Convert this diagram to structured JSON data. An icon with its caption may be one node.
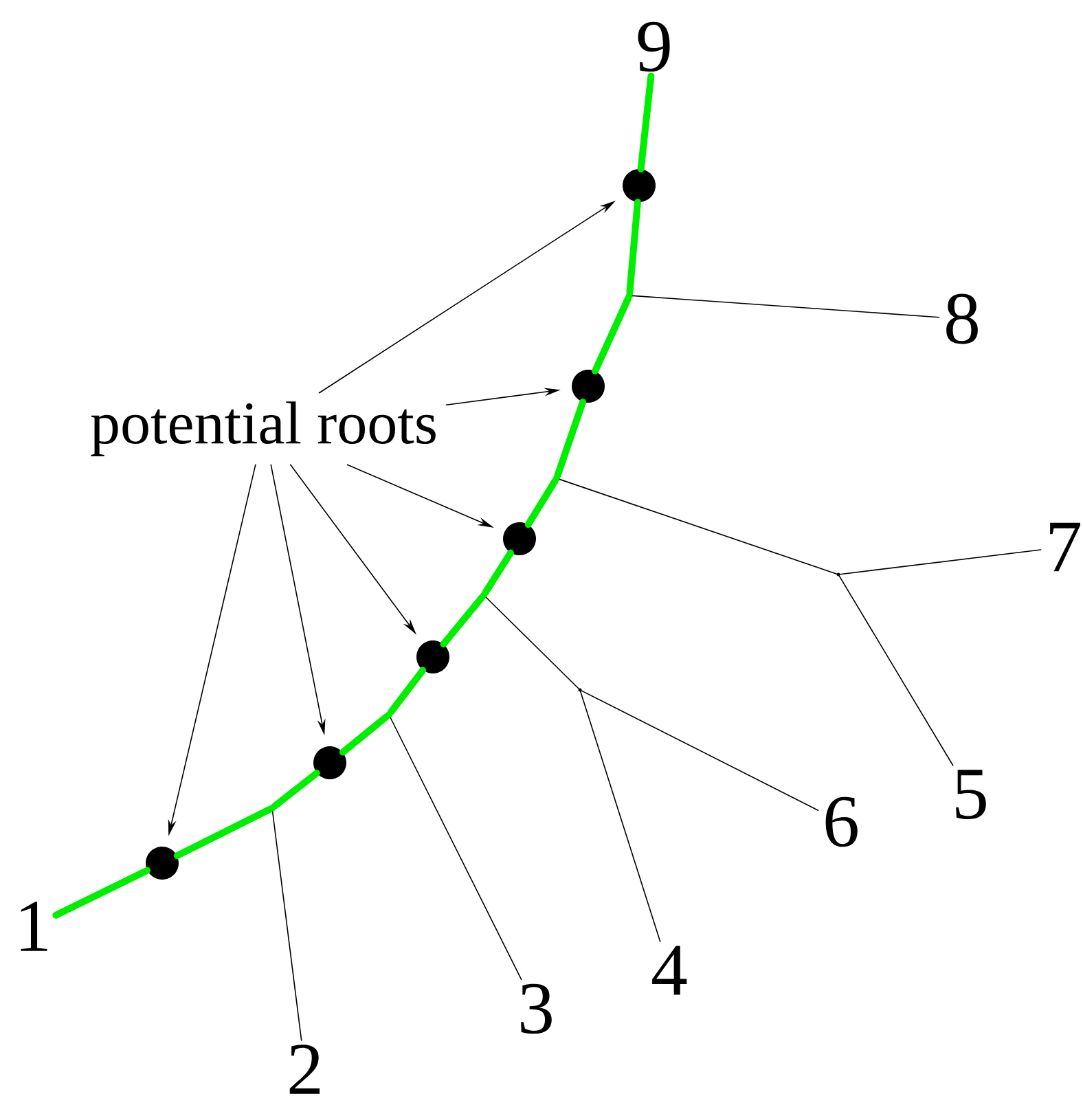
{
  "diagram": {
    "nodes": [
      {
        "text": [
          "potential roots"
        ]
      },
      {
        "text": [
          "1"
        ]
      },
      {
        "text": [
          "2"
        ]
      },
      {
        "text": [
          "3"
        ]
      },
      {
        "text": [
          "4"
        ]
      },
      {
        "text": [
          "5"
        ]
      },
      {
        "text": [
          "6"
        ]
      },
      {
        "text": [
          "7"
        ]
      },
      {
        "text": [
          "8"
        ]
      },
      {
        "text": [
          "9"
        ]
      },
      {
        "text": [],
        "shape": "circle"
      },
      {
        "text": [],
        "shape": "circle"
      },
      {
        "text": [],
        "shape": "circle"
      },
      {
        "text": [],
        "shape": "circle"
      },
      {
        "text": [],
        "shape": "circle"
      },
      {
        "text": [],
        "shape": "circle"
      },
      {
        "text": [],
        "shape": "point"
      },
      {
        "text": [],
        "shape": "point"
      },
      {
        "text": [],
        "shape": "point"
      },
      {
        "text": [],
        "shape": "point"
      },
      {
        "text": [],
        "shape": "point"
      },
      {
        "text": [],
        "shape": "point"
      },
      {
        "text": [],
        "shape": "point"
      }
    ],
    "edges": [
      {
        "from": 0,
        "to": 10,
        "arrow": "to"
      },
      {
        "from": 0,
        "to": 11,
        "arrow": "to"
      },
      {
        "from": 0,
        "to": 12,
        "arrow": "to"
      },
      {
        "from": 0,
        "to": 13,
        "arrow": "to"
      },
      {
        "from": 0,
        "to": 14,
        "arrow": "to"
      },
      {
        "from": 0,
        "to": 15,
        "arrow": "to"
      },
      {
        "from": 1,
        "to": 10,
        "arrow": "none",
        "style": "thick",
        "color": "#00ee00"
      },
      {
        "from": 10,
        "to": 16,
        "arrow": "none",
        "style": "thick",
        "color": "#00ee00"
      },
      {
        "from": 16,
        "to": 11,
        "arrow": "none",
        "style": "thick",
        "color": "#00ee00"
      },
      {
        "from": 11,
        "to": 17,
        "arrow": "none",
        "style": "thick",
        "color": "#00ee00"
      },
      {
        "from": 17,
        "to": 12,
        "arrow": "none",
        "style": "thick",
        "color": "#00ee00"
      },
      {
        "from": 12,
        "to": 18,
        "arrow": "none",
        "style": "thick",
        "color": "#00ee00"
      },
      {
        "from": 18,
        "to": 13,
        "arrow": "none",
        "style": "thick",
        "color": "#00ee00"
      },
      {
        "from": 13,
        "to": 20,
        "arrow": "none",
        "style": "thick",
        "color": "#00ee00"
      },
      {
        "from": 20,
        "to": 14,
        "arrow": "none",
        "style": "thick",
        "color": "#00ee00"
      },
      {
        "from": 14,
        "to": 22,
        "arrow": "none",
        "style": "thick",
        "color": "#00ee00"
      },
      {
        "from": 22,
        "to": 15,
        "arrow": "none",
        "style": "thick",
        "color": "#00ee00"
      },
      {
        "from": 15,
        "to": 9,
        "arrow": "none",
        "style": "thick",
        "color": "#00ee00"
      },
      {
        "from": 16,
        "to": 2,
        "arrow": "none"
      },
      {
        "from": 17,
        "to": 3,
        "arrow": "none"
      },
      {
        "from": 18,
        "to": 19,
        "arrow": "none"
      },
      {
        "from": 19,
        "to": 4,
        "arrow": "none"
      },
      {
        "from": 19,
        "to": 6,
        "arrow": "none"
      },
      {
        "from": 20,
        "to": 21,
        "arrow": "none"
      },
      {
        "from": 21,
        "to": 7,
        "arrow": "none"
      },
      {
        "from": 21,
        "to": 5,
        "arrow": "none"
      },
      {
        "from": 22,
        "to": 8,
        "arrow": "none"
      }
    ]
  }
}
